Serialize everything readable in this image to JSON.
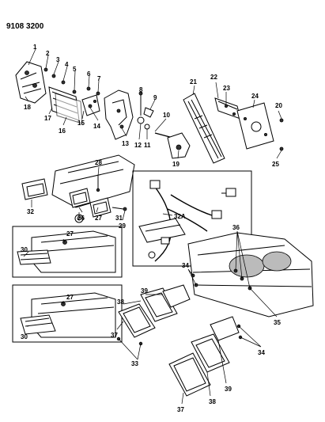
{
  "header": {
    "code": "9108 3200"
  },
  "callouts": [
    "1",
    "2",
    "3",
    "4",
    "5",
    "6",
    "7",
    "8",
    "9",
    "10",
    "11",
    "12",
    "13",
    "14",
    "15",
    "16",
    "17",
    "18",
    "19",
    "20",
    "21",
    "22",
    "23",
    "24",
    "25",
    "26",
    "27",
    "27",
    "27",
    "28",
    "29",
    "30",
    "30",
    "31",
    "32",
    "32A",
    "33",
    "34",
    "34",
    "35",
    "36",
    "37",
    "37",
    "38",
    "38",
    "39",
    "39"
  ]
}
